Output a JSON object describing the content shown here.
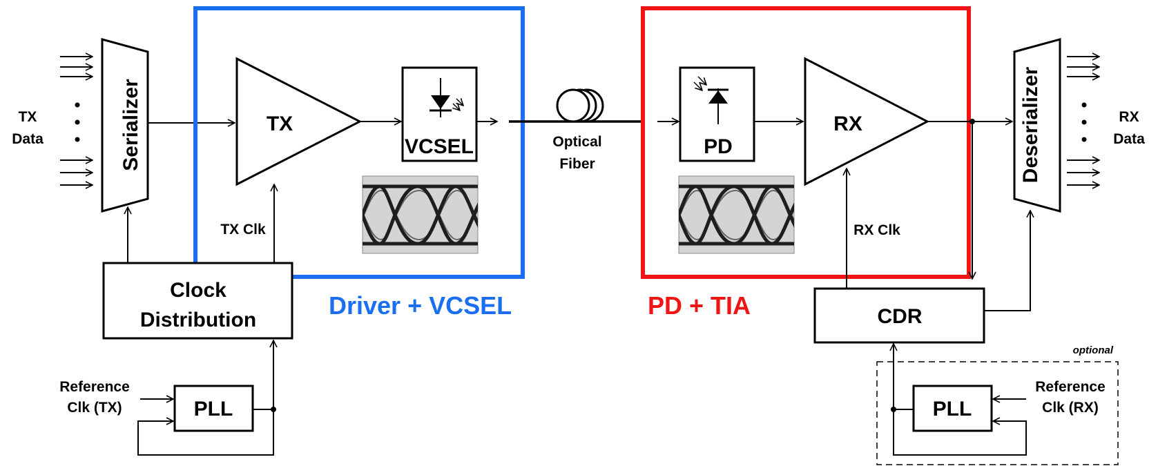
{
  "labels": {
    "tx_data_line1": "TX",
    "tx_data_line2": "Data",
    "serializer": "Serializer",
    "tx_amp": "TX",
    "vcsel": "VCSEL",
    "tx_clk": "TX Clk",
    "clock_distribution_line1": "Clock",
    "clock_distribution_line2": "Distribution",
    "driver_vcsel_group": "Driver + VCSEL",
    "optical_fiber_line1": "Optical",
    "optical_fiber_line2": "Fiber",
    "pd": "PD",
    "rx_amp": "RX",
    "rx_clk": "RX Clk",
    "pd_tia_group": "PD + TIA",
    "cdr": "CDR",
    "deserializer": "Deserializer",
    "rx_data_line1": "RX",
    "rx_data_line2": "Data",
    "ref_clk_tx_line1": "Reference",
    "ref_clk_tx_line2": "Clk (TX)",
    "pll_tx": "PLL",
    "ref_clk_rx_line1": "Reference",
    "ref_clk_rx_line2": "Clk (RX)",
    "pll_rx": "PLL",
    "optional": "optional"
  },
  "colors": {
    "driver_vcsel": "#1a6ff0",
    "pd_tia": "#f01414",
    "line": "#000000",
    "eye_bg": "#d4d4d4",
    "eye_trace": "#1e1e1e"
  }
}
